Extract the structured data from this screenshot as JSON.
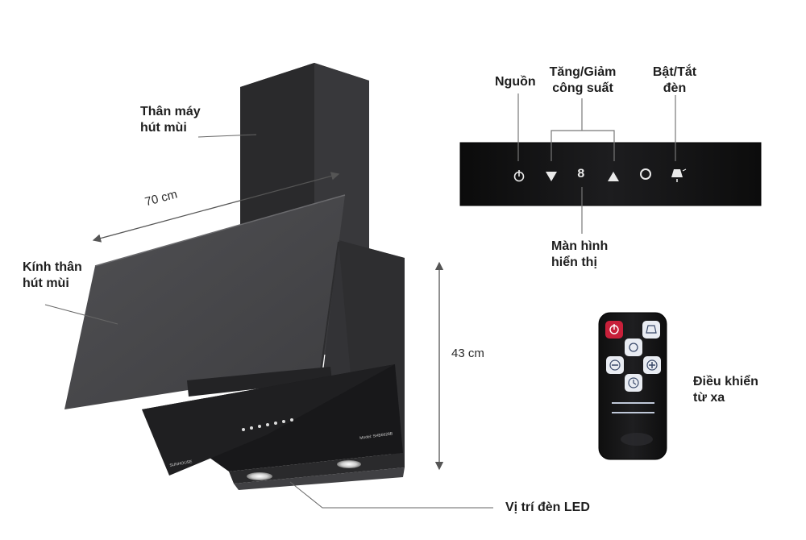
{
  "labels": {
    "body": "Thân máy\nhút mùi",
    "glass": "Kính thân\nhút mùi",
    "width": "70 cm",
    "height": "43 cm",
    "power": "Nguồn",
    "power_level": "Tăng/Giảm\ncông suất",
    "light": "Bật/Tắt\nđèn",
    "display": "Màn hình\nhiển thị",
    "remote": "Điều khiển\ntừ xa",
    "led": "Vị trí đèn LED"
  },
  "panel": {
    "display_digit": "8"
  },
  "brand": {
    "name": "SUNHOUSE",
    "model_text": "Model: SHB6628B"
  },
  "colors": {
    "hood_dark": "#2b2b2d",
    "hood_mid": "#3a3a3c",
    "glass": "#48484a",
    "panel_black": "#111111",
    "line": "#555555",
    "remote_red": "#c8203a",
    "remote_button": "#e9ecf2"
  },
  "icons": [
    "power-icon",
    "down-triangle-icon",
    "display-digit",
    "up-triangle-icon",
    "circle-icon",
    "light-icon",
    "timer-icon",
    "minus-icon",
    "plus-icon",
    "fan-icon"
  ]
}
